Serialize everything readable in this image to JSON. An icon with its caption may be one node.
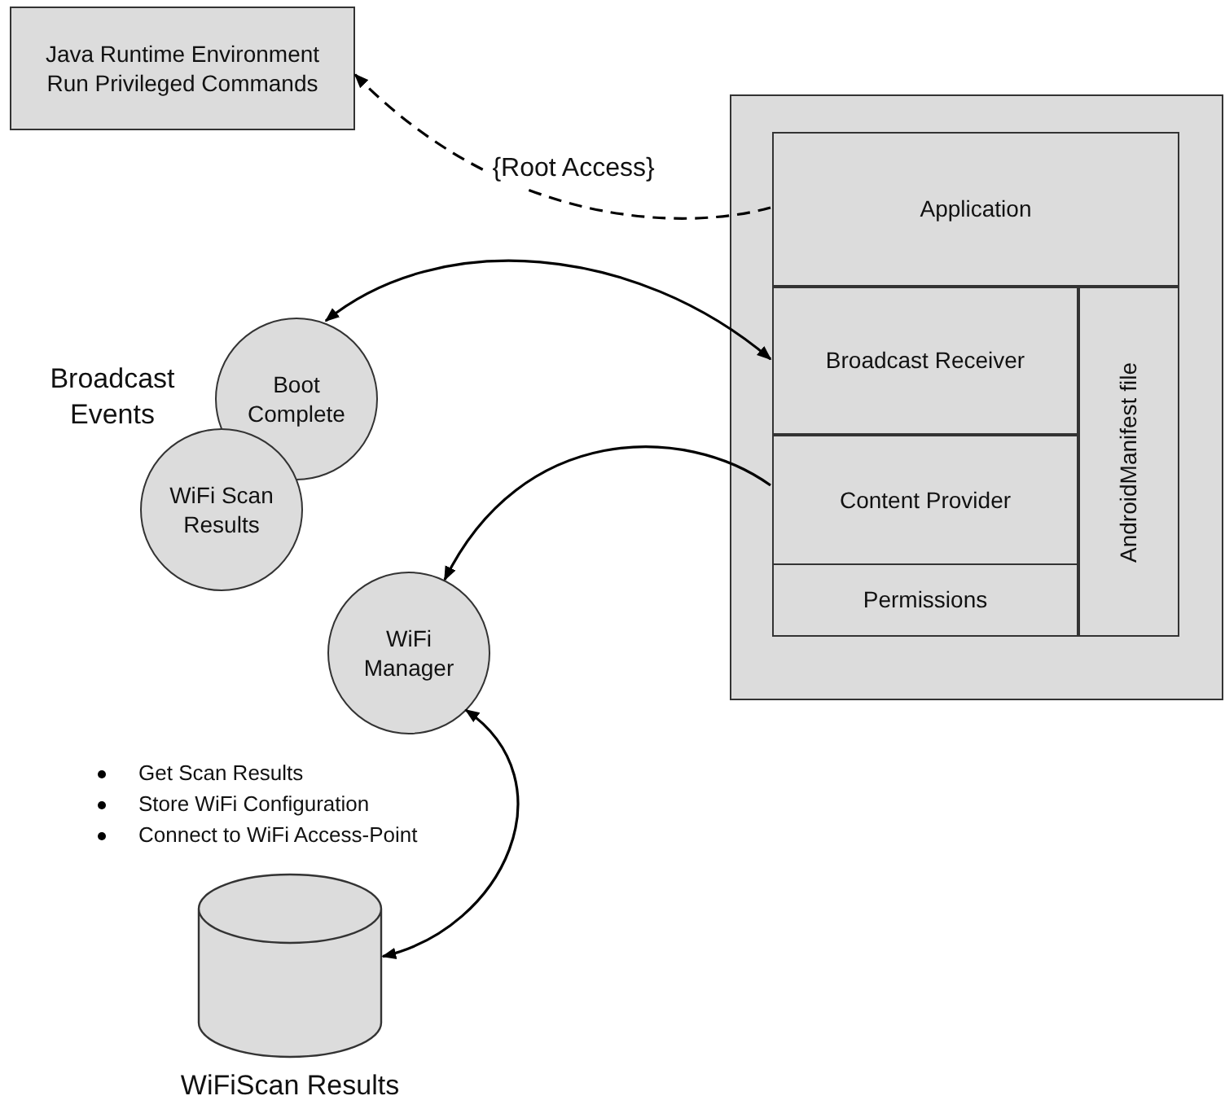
{
  "diagram": {
    "nodes": [
      {
        "text": [
          "Java Runtime Environment",
          "Run Privileged Commands"
        ]
      },
      {
        "text": [],
        "shape": "box"
      },
      {
        "text": [
          "Application"
        ],
        "in": 1
      },
      {
        "text": [
          "Broadcast Receiver"
        ],
        "in": 1
      },
      {
        "text": [
          "Content Provider"
        ],
        "in": 1
      },
      {
        "text": [
          "Permissions"
        ],
        "in": 1
      },
      {
        "text": [
          "AndroidManifest file"
        ],
        "in": 1
      },
      {
        "text": [
          "Boot Complete"
        ]
      },
      {
        "text": [
          "WiFi Scan Results"
        ]
      },
      {
        "text": [
          "WiFi Manager"
        ]
      },
      {
        "text": [],
        "shape": "cylinder",
        "beside": [
          "WiFiScan Results"
        ]
      }
    ],
    "edges": [
      {
        "from": 2,
        "to": 0,
        "arrow": "to",
        "style": "dashed",
        "label": "{Root Access}"
      },
      {
        "from": 7,
        "to": 3,
        "arrow": "both"
      },
      {
        "from": 4,
        "to": 9,
        "arrow": "to"
      },
      {
        "from": 9,
        "to": 10,
        "arrow": "both"
      }
    ],
    "labels": [
      "Broadcast Events",
      "Get Scan Results",
      "Store WiFi Configuration",
      "Connect to WiFi Access-Point"
    ]
  }
}
